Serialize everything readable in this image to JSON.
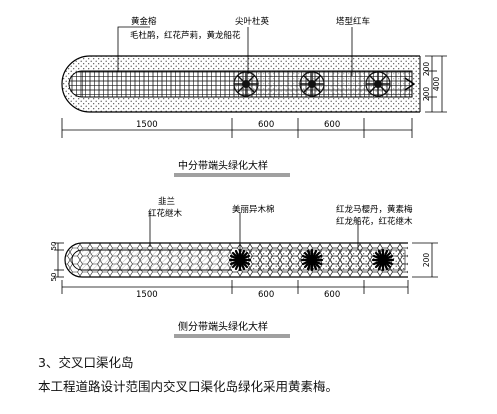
{
  "figure1": {
    "labels": {
      "plant_a": "黄金榕",
      "plant_a_sub": "毛杜鹃，红花芦莉，黄龙船花",
      "plant_b": "尖叶杜英",
      "plant_c": "塔型红车"
    },
    "dims": {
      "d1": "1500",
      "d2": "600",
      "d3": "600",
      "w1": "200",
      "w2": "200",
      "w3": "400"
    },
    "caption": "中分带端头绿化大样"
  },
  "figure2": {
    "labels": {
      "plant_a": "韭兰",
      "plant_a_sub": "红花继木",
      "plant_b": "美丽异木棉",
      "plant_c": "红龙马樱丹，黄素梅",
      "plant_c_sub": "红龙船花，红花继木"
    },
    "dims": {
      "d1": "1500",
      "d2": "600",
      "d3": "600",
      "w1": "200",
      "r1": "50",
      "r2": "50"
    },
    "caption": "侧分带端头绿化大样"
  },
  "doc": {
    "heading": "3、交叉口渠化岛",
    "body": "本工程道路设计范围内交叉口渠化岛绿化采用黄素梅。"
  }
}
